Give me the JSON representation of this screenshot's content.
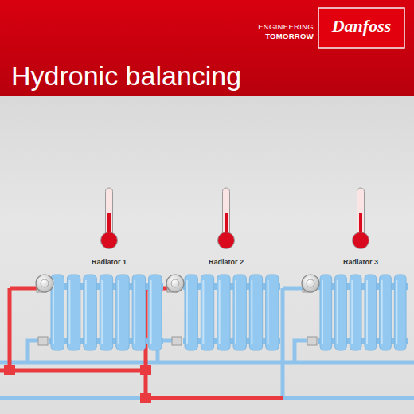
{
  "diagram": {
    "title": "Hydronic balancing",
    "nodes": [
      {
        "text": [
          "Radiator 1"
        ]
      },
      {
        "text": [
          "Radiator 2"
        ]
      },
      {
        "text": [
          "Radiator 3"
        ]
      }
    ],
    "labels": [
      "ENGINEERING",
      "TOMORROW",
      "Danfoss"
    ]
  }
}
